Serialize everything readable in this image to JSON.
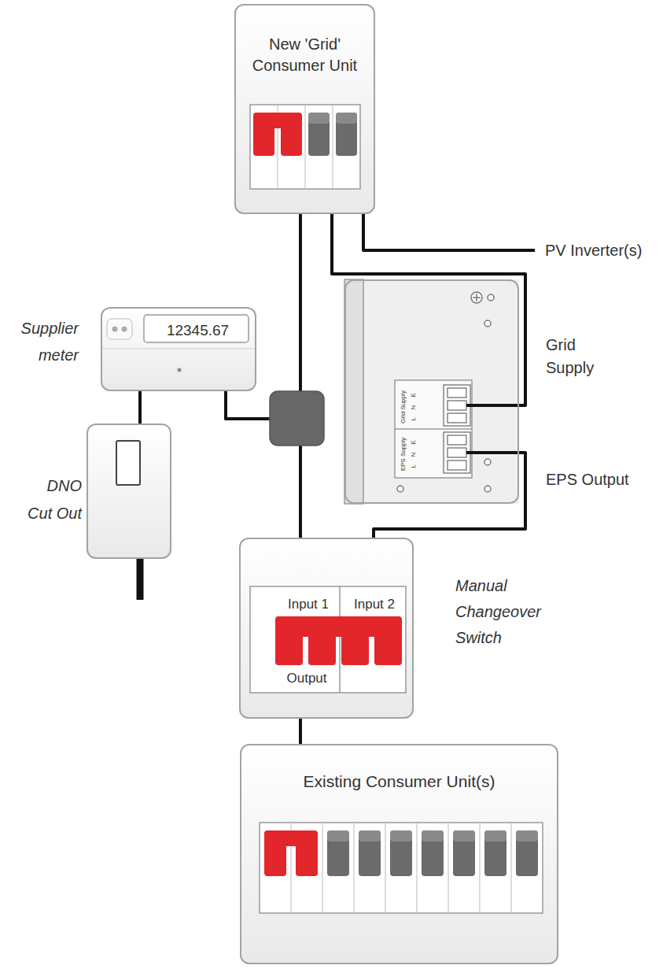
{
  "diagram": {
    "nodes": [
      {
        "text": [
          "New 'Grid' Consumer Unit"
        ]
      },
      {
        "text": [
          "Grid Supply",
          "L N E",
          "EPS Supply",
          "L N E"
        ]
      },
      {
        "text": [
          "Supplier meter",
          "12345.67"
        ]
      },
      {
        "text": [
          "DNO Cut Out"
        ]
      },
      {
        "text": [
          "Manual Changeover Switch",
          "Input 1",
          "Input 2",
          "Output"
        ]
      },
      {
        "text": [
          "Existing Consumer Unit(s)"
        ]
      }
    ],
    "edges": [
      {
        "from": 0,
        "to": 1,
        "arrow": "none",
        "label": "Grid Supply"
      },
      {
        "from": 1,
        "to": 4,
        "arrow": "none",
        "label": "EPS Output"
      },
      {
        "from": 2,
        "to": 0,
        "arrow": "none"
      },
      {
        "from": 2,
        "to": 4,
        "arrow": "none"
      },
      {
        "from": 3,
        "to": 2,
        "arrow": "none"
      },
      {
        "from": 4,
        "to": 5,
        "arrow": "none"
      }
    ],
    "labels": [
      "PV Inverter(s)"
    ]
  }
}
